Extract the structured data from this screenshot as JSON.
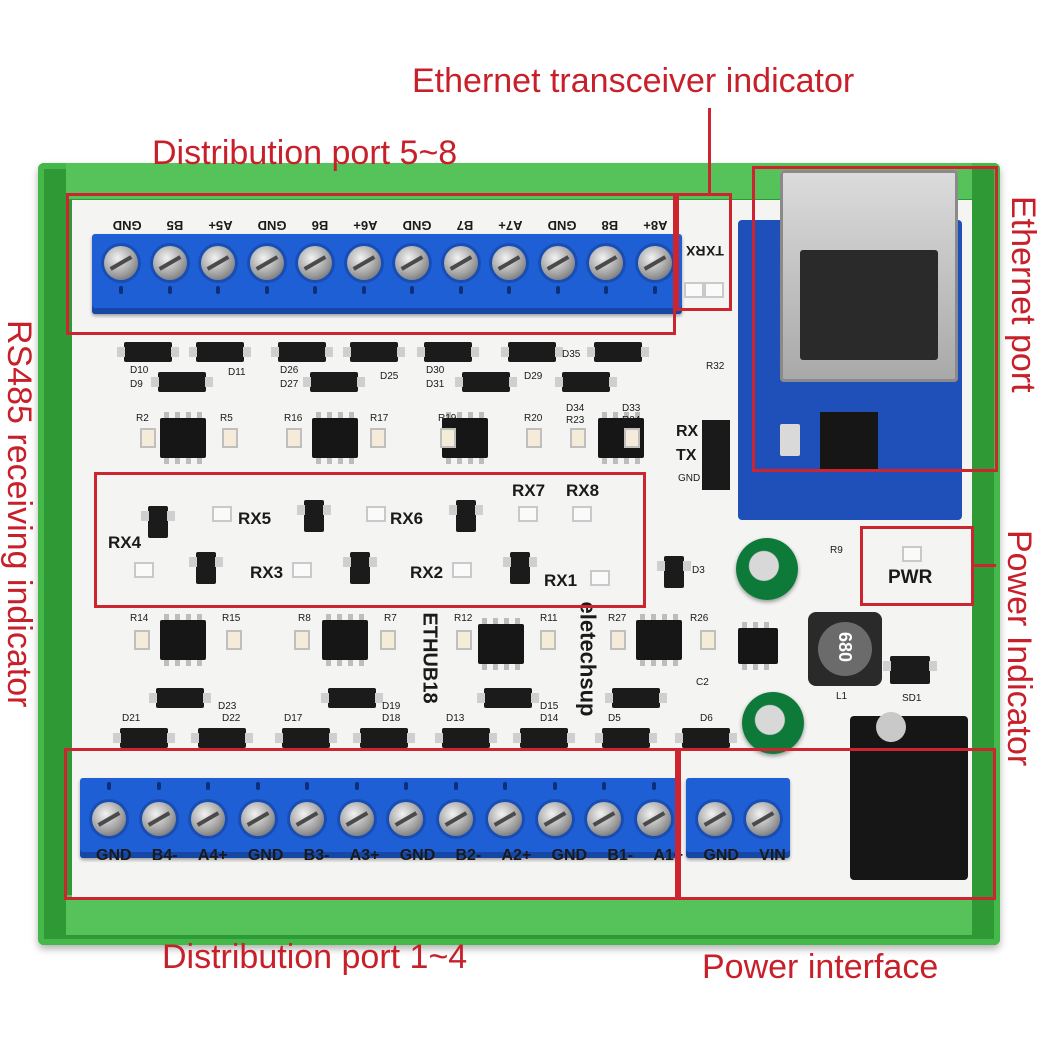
{
  "callouts": {
    "ethernet_transceiver": "Ethernet transceiver indicator",
    "distribution_5_8": "Distribution port 5~8",
    "ethernet_port": "Ethernet port",
    "rs485_receiving": "RS485 receiving indicator",
    "power_indicator": "Power Indicator",
    "distribution_1_4": "Distribution port 1~4",
    "power_interface": "Power interface"
  },
  "board": {
    "model": "ETHUB18",
    "brand": "eletechsup",
    "top_header_tx": "TX",
    "top_header_rx": "RX",
    "top_pins": [
      "GND",
      "B5",
      "A5+",
      "GND",
      "B6",
      "A6+",
      "GND",
      "B7",
      "A7+",
      "GND",
      "B8",
      "A8+"
    ],
    "bottom_pins": [
      "GND",
      "B4-",
      "A4+",
      "GND",
      "B3-",
      "A3+",
      "GND",
      "B2-",
      "A2+",
      "GND",
      "B1-",
      "A1+",
      "GND",
      "VIN"
    ],
    "rx_leds": [
      "RX1",
      "RX2",
      "RX3",
      "RX4",
      "RX5",
      "RX6",
      "RX7",
      "RX8"
    ],
    "debug_header": [
      "RX",
      "TX",
      "GND"
    ],
    "pwr_label": "PWR",
    "inductor_mark": "680",
    "diodes_top": [
      "D10",
      "D9",
      "D11",
      "D26",
      "D27",
      "D25",
      "D30",
      "D31",
      "D29",
      "D35",
      "D34",
      "D33"
    ],
    "diodes_bottom": [
      "D21",
      "D23",
      "D22",
      "D17",
      "D19",
      "D18",
      "D13",
      "D15",
      "D14",
      "D5",
      "D6"
    ],
    "resistors": [
      "R2",
      "R5",
      "R16",
      "R17",
      "R19",
      "R20",
      "R23",
      "R24",
      "R14",
      "R15",
      "R8",
      "R7",
      "R12",
      "R11",
      "R27",
      "R26",
      "R32",
      "R9"
    ],
    "misc_labels": [
      "L1",
      "SD1",
      "C2",
      "D3"
    ]
  },
  "colors": {
    "highlight": "#cc2530",
    "rail": "#3aa83a",
    "pcb": "#f4f4f2",
    "terminal": "#1f5fd6",
    "module": "#1f4fb8"
  }
}
